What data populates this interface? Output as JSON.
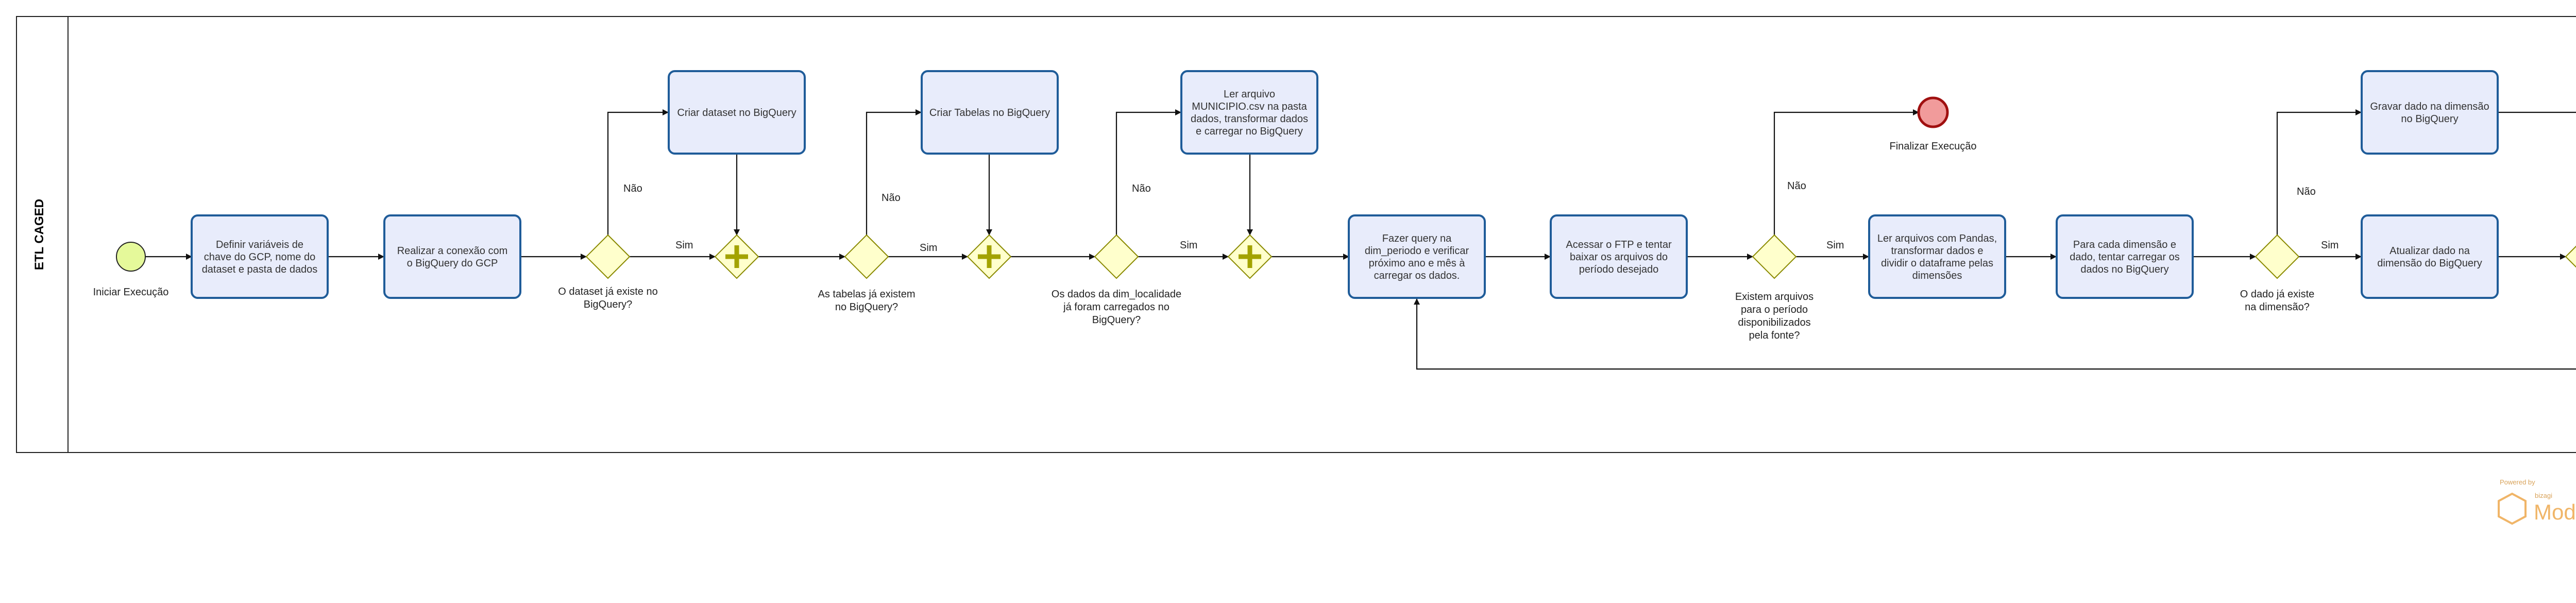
{
  "pool": {
    "label": "ETL CAGED"
  },
  "events": {
    "start": "Iniciar Execução",
    "end": "Finalizar Execução"
  },
  "tasks": {
    "t1": [
      "Definir variáveis de",
      "chave do GCP, nome do",
      "dataset e pasta de dados"
    ],
    "t2": [
      "Realizar a conexão com",
      "o BigQuery do GCP"
    ],
    "t3": [
      "Criar dataset no BigQuery"
    ],
    "t4": [
      "Criar Tabelas no BigQuery"
    ],
    "t5": [
      "Ler arquivo",
      "MUNICIPIO.csv na pasta",
      "dados, transformar dados",
      "e carregar no BigQuery"
    ],
    "t6": [
      "Fazer query na",
      "dim_periodo e verificar",
      "próximo ano e mês à",
      "carregar os dados."
    ],
    "t7": [
      "Acessar o FTP e tentar",
      "baixar os arquivos do",
      "período desejado"
    ],
    "t8": [
      "Ler arquivos com Pandas,",
      "transformar dados e",
      "dividir o dataframe pelas",
      "dimensões"
    ],
    "t9": [
      "Para cada dimensão e",
      "dado, tentar carregar os",
      "dados no BigQuery"
    ],
    "t10": [
      "Gravar dado na dimensão",
      "no BigQuery"
    ],
    "t11": [
      "Atualizar dado na",
      "dimensão do BigQuery"
    ]
  },
  "gateways": {
    "g1": [
      "O dataset já existe no",
      "BigQuery?"
    ],
    "g2": [
      "As tabelas já existem",
      "no BigQuery?"
    ],
    "g3": [
      "Os dados da dim_localidade",
      "já foram carregados no",
      "BigQuery?"
    ],
    "g4": [
      "Existem arquivos",
      "para o período",
      "disponibilizados",
      "pela fonte?"
    ],
    "g5": [
      "O dado já existe",
      "na dimensão?"
    ]
  },
  "flow_labels": {
    "g1_yes": "Sim",
    "g1_no": "Não",
    "g2_yes": "Sim",
    "g2_no": "Não",
    "g3_yes": "Sim",
    "g3_no": "Não",
    "g4_yes": "Sim",
    "g4_no": "Não",
    "g5_yes": "Sim",
    "g5_no": "Não"
  },
  "watermark": {
    "powered": "Powered by",
    "brand_small": "bizagi",
    "brand": "Modeler"
  },
  "colors": {
    "task_fill": "#e8ecfb",
    "task_stroke": "#1f5c99",
    "gateway_fill": "#ffffcc",
    "gateway_stroke": "#8a8a00",
    "parallel_plus": "#a3a300",
    "start_fill": "#e5f99a",
    "end_fill": "#f19b9b",
    "end_stroke": "#a01010"
  }
}
